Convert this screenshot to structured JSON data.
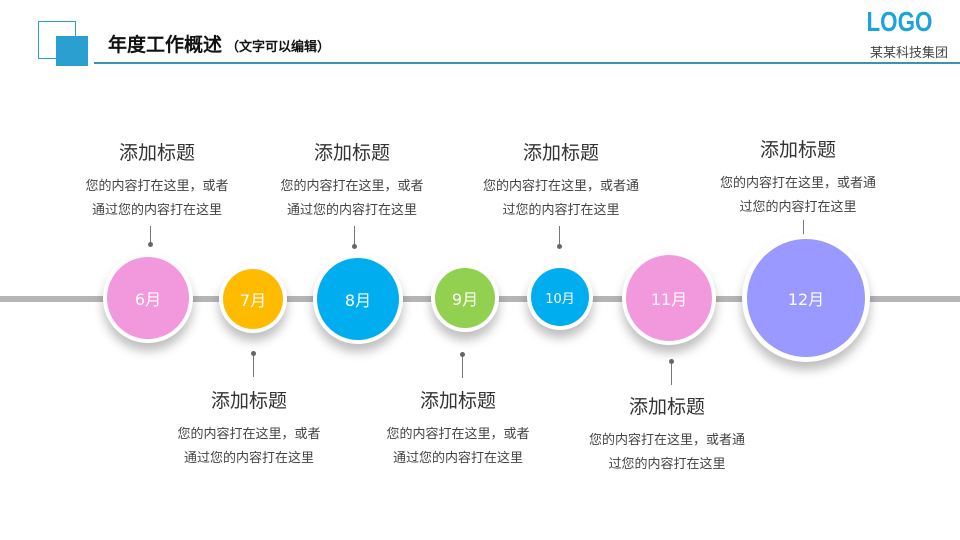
{
  "header": {
    "title": "年度工作概述",
    "subtitle": "（文字可以编辑）",
    "logo": "LOGO",
    "company": "某某科技集团"
  },
  "colors": {
    "accent": "#2a9fd0",
    "pink": "#f298dc",
    "orange": "#ffbb00",
    "blue": "#00aeef",
    "green": "#92d050",
    "purple": "#9999ff"
  },
  "months": [
    "6月",
    "7月",
    "8月",
    "9月",
    "10月",
    "11月",
    "12月"
  ],
  "items": [
    {
      "title": "添加标题",
      "desc1": "您的内容打在这里，或者",
      "desc2": "通过您的内容打在这里"
    },
    {
      "title": "添加标题",
      "desc1": "您的内容打在这里，或者",
      "desc2": "通过您的内容打在这里"
    },
    {
      "title": "添加标题",
      "desc1": "您的内容打在这里，或者",
      "desc2": "通过您的内容打在这里"
    },
    {
      "title": "添加标题",
      "desc1": "您的内容打在这里，或者",
      "desc2": "通过您的内容打在这里"
    },
    {
      "title": "添加标题",
      "desc1": "您的内容打在这里，或者通",
      "desc2": "过您的内容打在这里"
    },
    {
      "title": "添加标题",
      "desc1": "您的内容打在这里，或者通",
      "desc2": "过您的内容打在这里"
    },
    {
      "title": "添加标题",
      "desc1": "您的内容打在这里，或者通",
      "desc2": "过您的内容打在这里"
    }
  ]
}
